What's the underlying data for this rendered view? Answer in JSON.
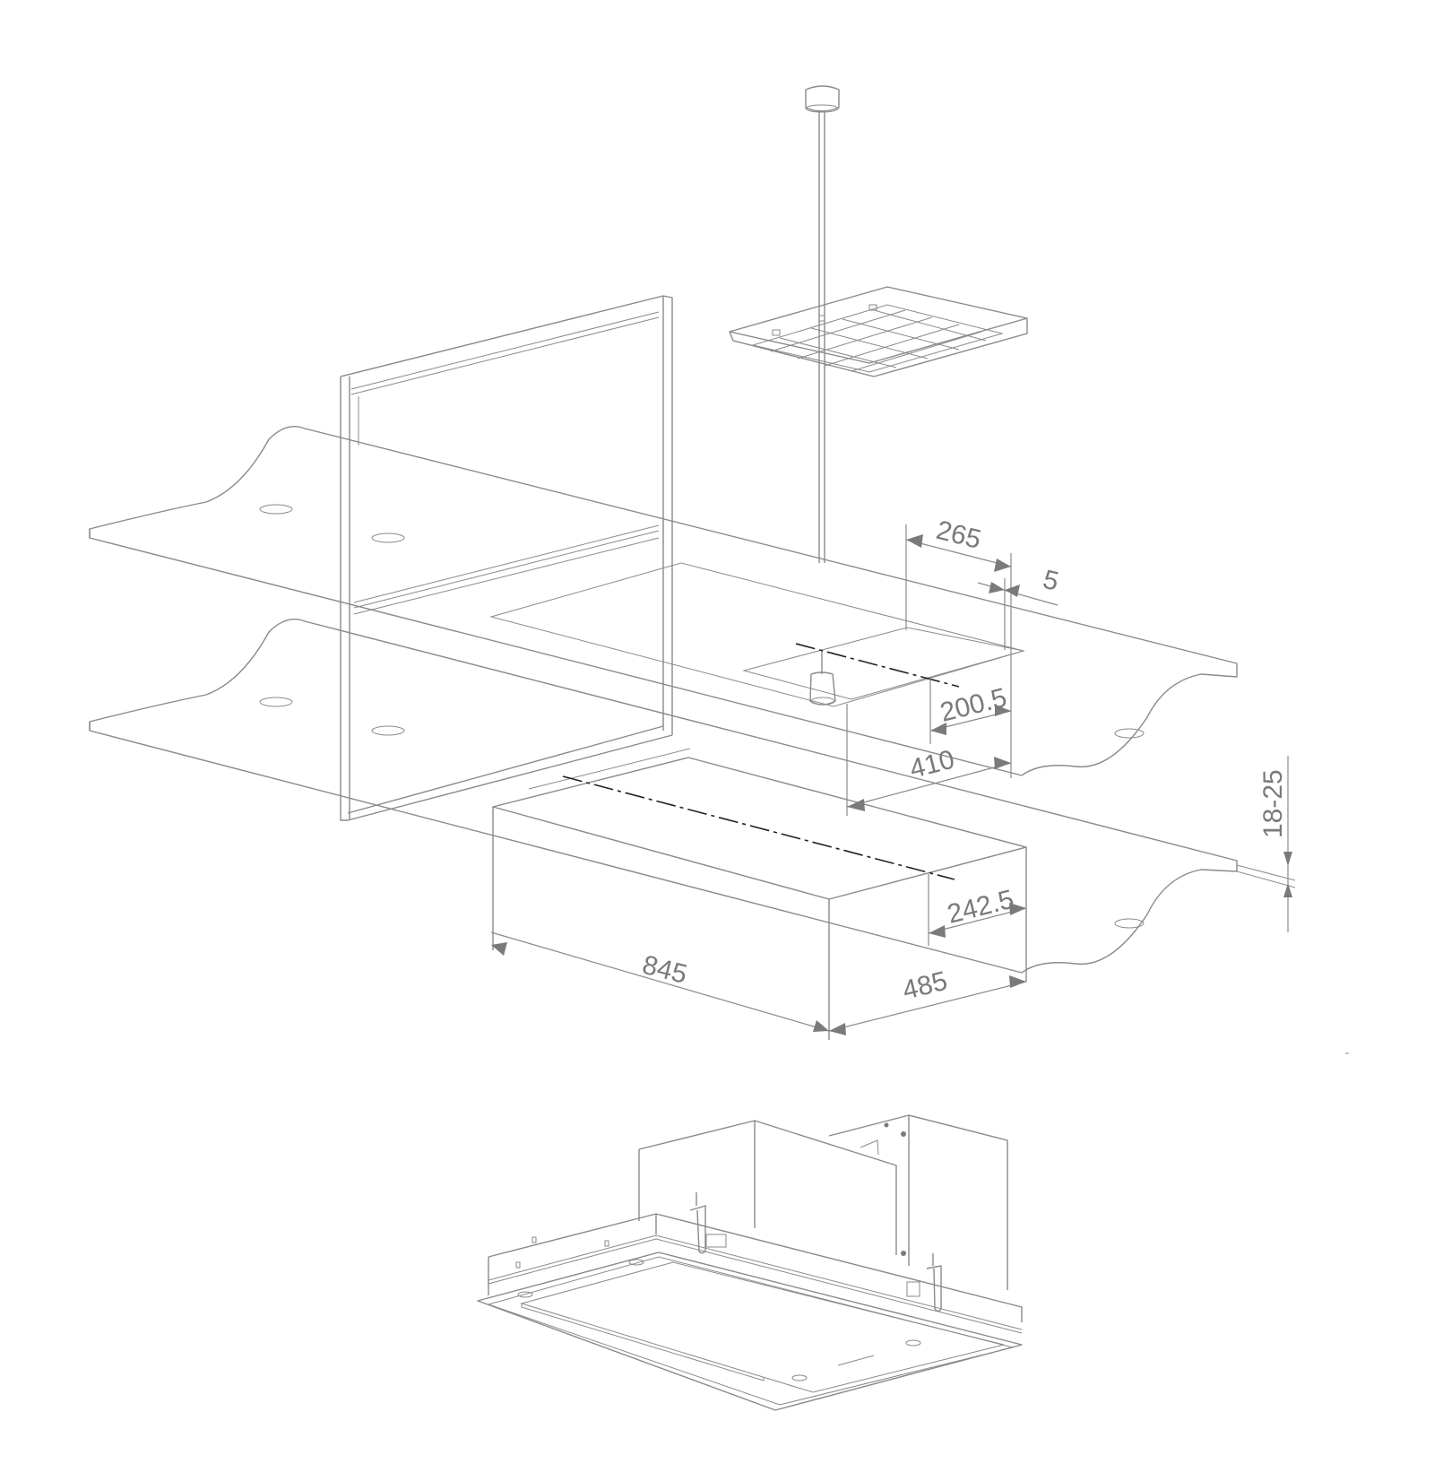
{
  "diagram": {
    "subject": "ceiling-mounted cooker hood installation",
    "line_color": "#8a8a8a",
    "label_color": "#7a7a7a",
    "centerline_color": "#222222",
    "dimensions": {
      "cutout_width_top": "265",
      "gap": "5",
      "center_offset_top": "200.5",
      "cutout_depth": "410",
      "ceiling_thickness": "18-25",
      "center_offset_bottom": "242.5",
      "hood_width": "845",
      "hood_depth": "485"
    },
    "components": [
      "ceiling-rose",
      "suspension-rod",
      "mounting-bracket-grid",
      "ceiling-frame",
      "upper-ceiling-panel",
      "lower-ceiling-panel",
      "pendant-light",
      "hood-body",
      "hood-unit-isometric"
    ]
  }
}
